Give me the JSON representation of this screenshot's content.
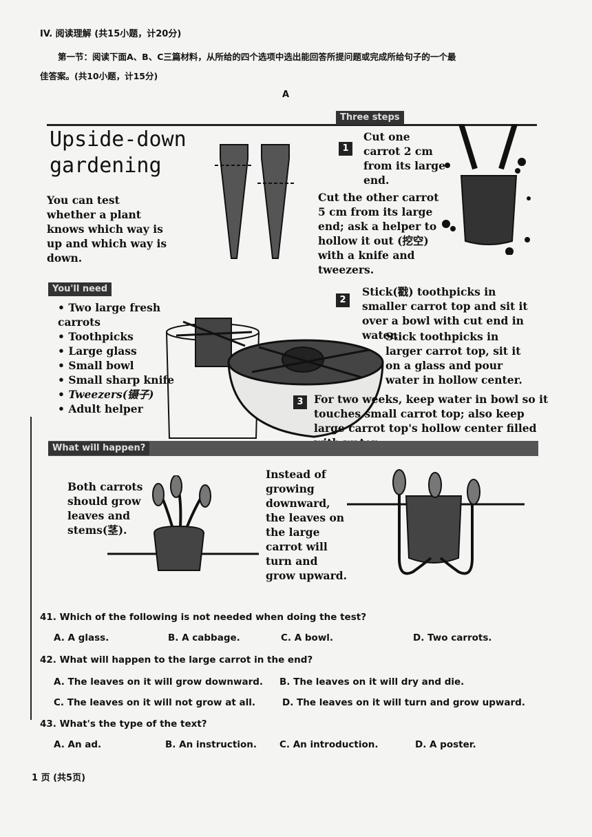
{
  "header": {
    "section_title": "IV. 阅读理解 (共15小题，计20分)",
    "instruction_line1": "第一节：阅读下面A、B、C三篇材料，从所给的四个选项中选出能回答所提问题或完成所给句子的一个最",
    "instruction_line2": "佳答案。(共10小题，计15分)",
    "passage_label": "A"
  },
  "poster": {
    "title_line1": "Upside-down",
    "title_line2": "gardening",
    "intro": "You can test whether a plant knows which way is up and which way is down.",
    "three_steps_banner": "Three steps",
    "youll_need_banner": "You'll need",
    "needs": [
      "Two large fresh carrots",
      "Toothpicks",
      "Large glass",
      "Small bowl",
      "Small sharp knife",
      "Tweezers(镊子)",
      "Adult helper"
    ],
    "steps": [
      {
        "num": "1",
        "text_a": "Cut one carrot 2 cm from its large end.",
        "text_b": "Cut the other carrot 5 cm from its large end; ask a helper to hollow it out (挖空) with a knife and tweezers."
      },
      {
        "num": "2",
        "text_a": "Stick(戳) toothpicks in smaller carrot top and sit it over a bowl with cut end in water.",
        "text_b": "Stick toothpicks in larger carrot top, sit it on a glass and pour water in hollow center."
      },
      {
        "num": "3",
        "text_a": "For two weeks, keep water in bowl so it touches small carrot top; also keep large carrot top's hollow center filled with water."
      }
    ],
    "what_banner": "What will happen?",
    "result_left": "Both carrots should grow leaves and stems(茎).",
    "result_right": "Instead of growing downward, the leaves on the large carrot will turn and grow upward."
  },
  "questions": [
    {
      "q": "41. Which of the following is not needed when doing the test?",
      "options": [
        "A. A glass.",
        "B. A cabbage.",
        "C. A bowl.",
        "D. Two carrots."
      ]
    },
    {
      "q": "42. What will happen to the large carrot in the end?",
      "options": [
        "A. The leaves on it will grow downward.",
        "B. The leaves on it will dry and die.",
        "C. The leaves on it will not grow at all.",
        "D. The leaves on it will turn and grow upward."
      ]
    },
    {
      "q": "43. What's the type of the text?",
      "options": [
        "A. An ad.",
        "B. An instruction.",
        "C. An introduction.",
        "D. A poster."
      ]
    }
  ],
  "footer": {
    "page_info": "1 页 (共5页)"
  }
}
